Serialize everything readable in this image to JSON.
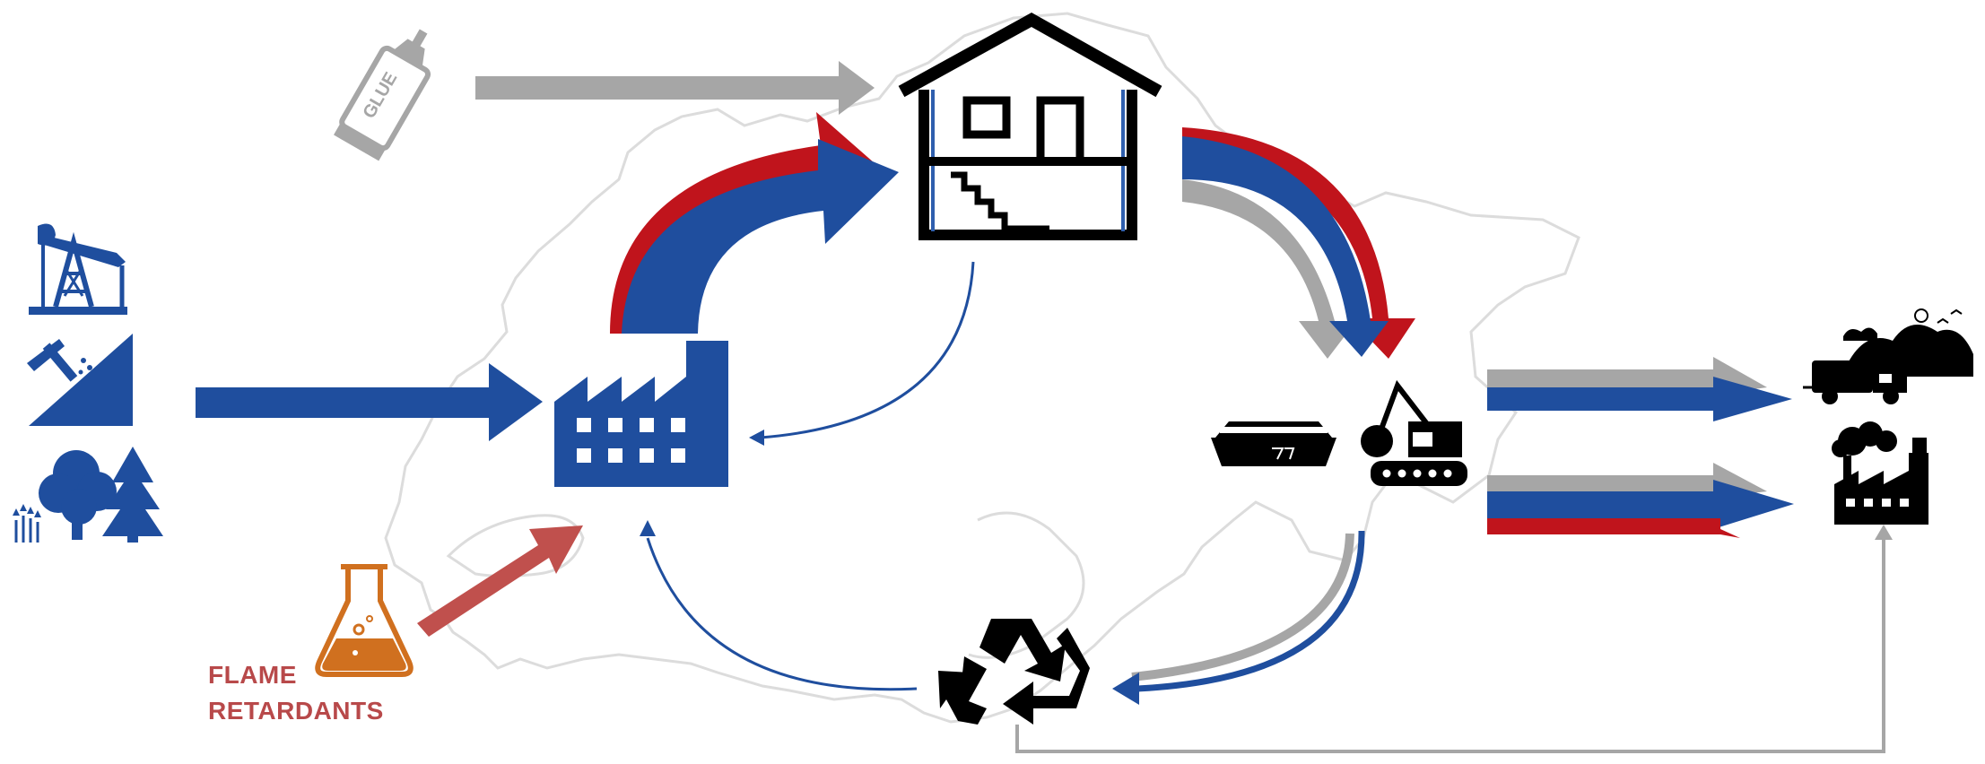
{
  "glue_label": "GLUE",
  "flame_label_line1": "FLAME",
  "flame_label_line2": "RETARDANTS",
  "colors": {
    "blue": "#1f4e9e",
    "red": "#c0141c",
    "grey": "#a6a6a6",
    "outline": "#d9d9d9",
    "flame_text": "#b8494a",
    "flask_orange": "#d0701f",
    "black": "#000000"
  },
  "icons": [
    "oil-pump-icon",
    "mining-icon",
    "forest-icon",
    "factory-icon",
    "house-icon",
    "glue-tube-icon",
    "flask-icon",
    "skip-container-icon",
    "excavator-icon",
    "recycle-icon",
    "landfill-truck-icon",
    "incinerator-icon"
  ]
}
